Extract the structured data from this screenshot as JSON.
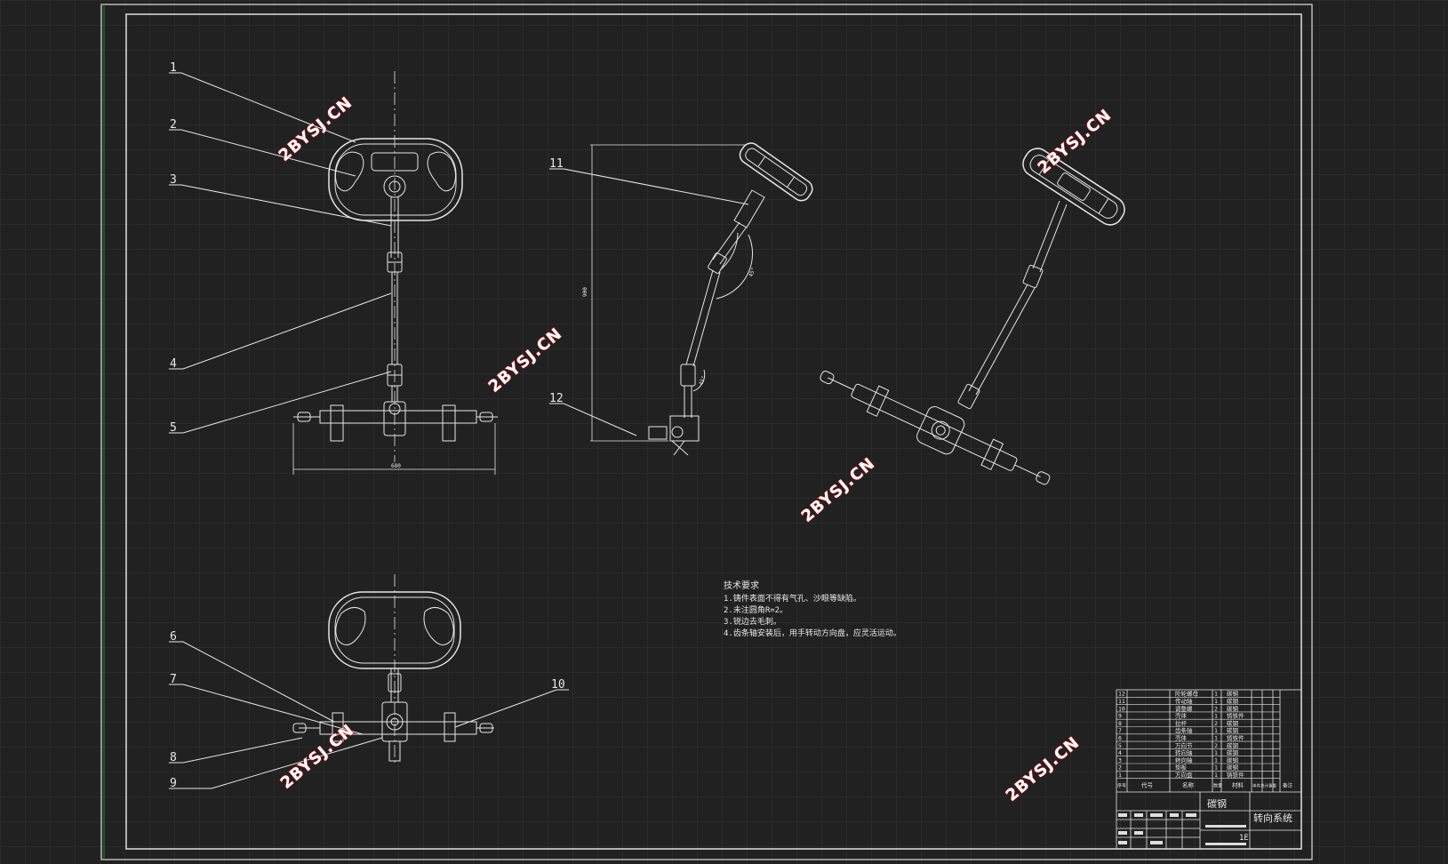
{
  "balloons": {
    "b1": "1",
    "b2": "2",
    "b3": "3",
    "b4": "4",
    "b5": "5",
    "b6": "6",
    "b7": "7",
    "b8": "8",
    "b9": "9",
    "b10": "10",
    "b11": "11",
    "b12": "12"
  },
  "dims": {
    "width_bottom": "680",
    "height_side": "900",
    "angle1": "45°",
    "angle2": "45°"
  },
  "tech": {
    "title": "技术要求",
    "items": [
      "1.铸件表面不得有气孔、沙眼等缺陷。",
      "2.未注圆角R=2。",
      "3.锐边去毛刺。",
      "4.齿条轴安装后，用手转动方向盘，应灵活运动。"
    ]
  },
  "watermark": "2BYSJ.CN",
  "bom": {
    "rows": [
      {
        "no": "12",
        "name": "阶轮螺母",
        "qty": "1",
        "mat": "碳钢"
      },
      {
        "no": "11",
        "name": "传动轴",
        "qty": "1",
        "mat": "碳钢"
      },
      {
        "no": "10",
        "name": "调整螺",
        "qty": "2",
        "mat": "碳钢"
      },
      {
        "no": "9",
        "name": "壳体",
        "qty": "1",
        "mat": "铸铁件"
      },
      {
        "no": "8",
        "name": "拉杆",
        "qty": "2",
        "mat": "碳钢"
      },
      {
        "no": "7",
        "name": "齿条轴",
        "qty": "1",
        "mat": "碳钢"
      },
      {
        "no": "6",
        "name": "壳体",
        "qty": "1",
        "mat": "铸铁件"
      },
      {
        "no": "5",
        "name": "万向节",
        "qty": "2",
        "mat": "碳钢"
      },
      {
        "no": "4",
        "name": "转向轴",
        "qty": "1",
        "mat": "碳钢"
      },
      {
        "no": "3",
        "name": "转向轴",
        "qty": "1",
        "mat": "碳钢"
      },
      {
        "no": "2",
        "name": "垫板",
        "qty": "1",
        "mat": "碳钢"
      },
      {
        "no": "1",
        "name": "方向盘",
        "qty": "1",
        "mat": "铸铁件"
      }
    ],
    "header": {
      "no": "序号",
      "code": "代号",
      "name": "名称",
      "qty": "数量",
      "mat": "材料",
      "weight": "单件总计重量",
      "remark": "备注"
    }
  },
  "titleblock": {
    "material": "碳钢",
    "drawing_name": "转向系统",
    "scale": "1E"
  }
}
